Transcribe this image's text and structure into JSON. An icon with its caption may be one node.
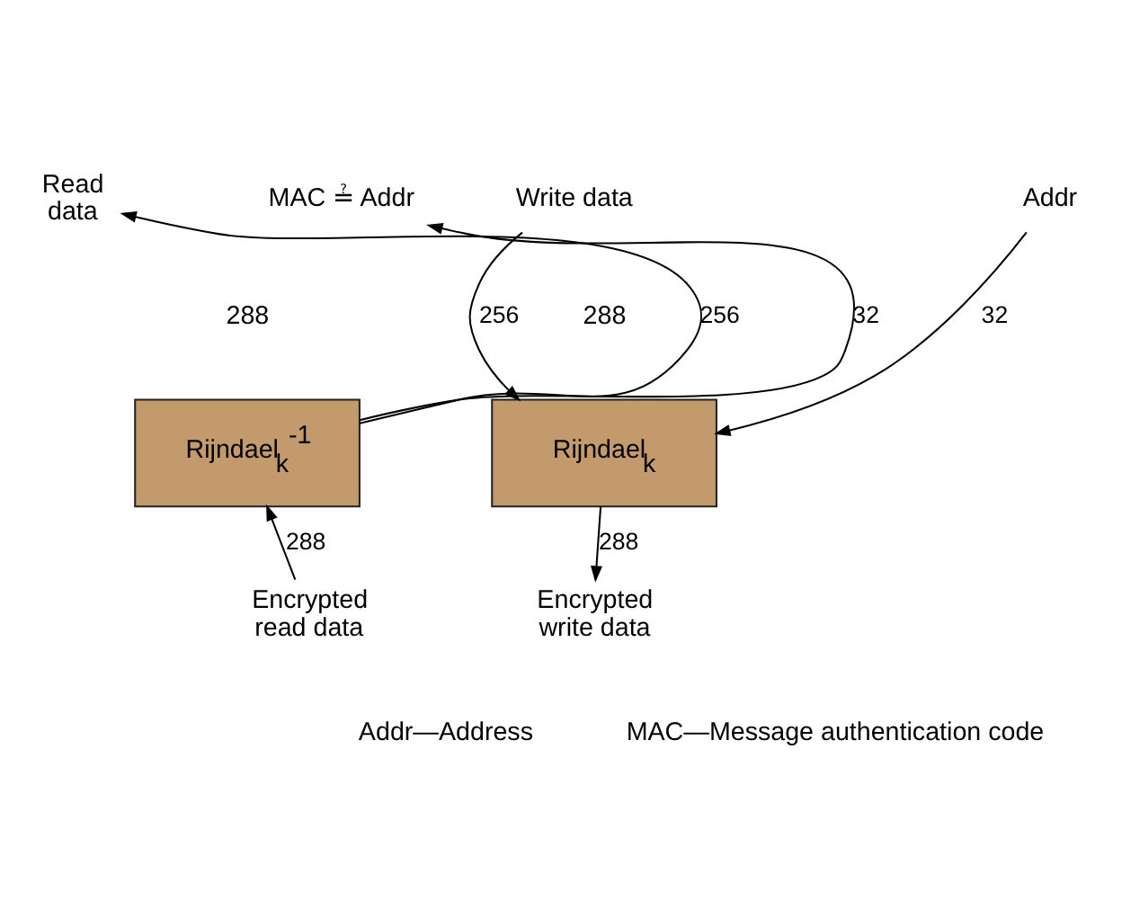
{
  "diagram": {
    "nodes": [
      {
        "text": [
          "Write data"
        ]
      },
      {
        "text": [
          "Addr"
        ]
      },
      {
        "text": [
          "Rijndael$_{k}$"
        ]
      },
      {
        "text": [
          "Encrypted write data"
        ]
      },
      {
        "text": [
          "Read data"
        ]
      },
      {
        "text": [
          "MAC ≟ Addr"
        ]
      },
      {
        "text": [
          "Rijndael$_{k}$$^{-1}$"
        ]
      },
      {
        "text": [
          "Encrypted read data"
        ]
      }
    ],
    "edges": [
      {
        "from": 0,
        "to": 2,
        "arrow": "to",
        "label": "256"
      },
      {
        "from": 1,
        "to": 2,
        "arrow": "to",
        "label": "32"
      },
      {
        "from": 2,
        "to": 3,
        "arrow": "to",
        "label": "288"
      },
      {
        "from": 6,
        "to": 4,
        "arrow": "to",
        "label": "256"
      },
      {
        "from": 6,
        "to": 5,
        "arrow": "to",
        "label": "32"
      },
      {
        "from": 7,
        "to": 6,
        "arrow": "to",
        "label": "288"
      }
    ],
    "labels": [
      "288",
      "288",
      "Addr—Address",
      "MAC—Message authentication code"
    ]
  }
}
